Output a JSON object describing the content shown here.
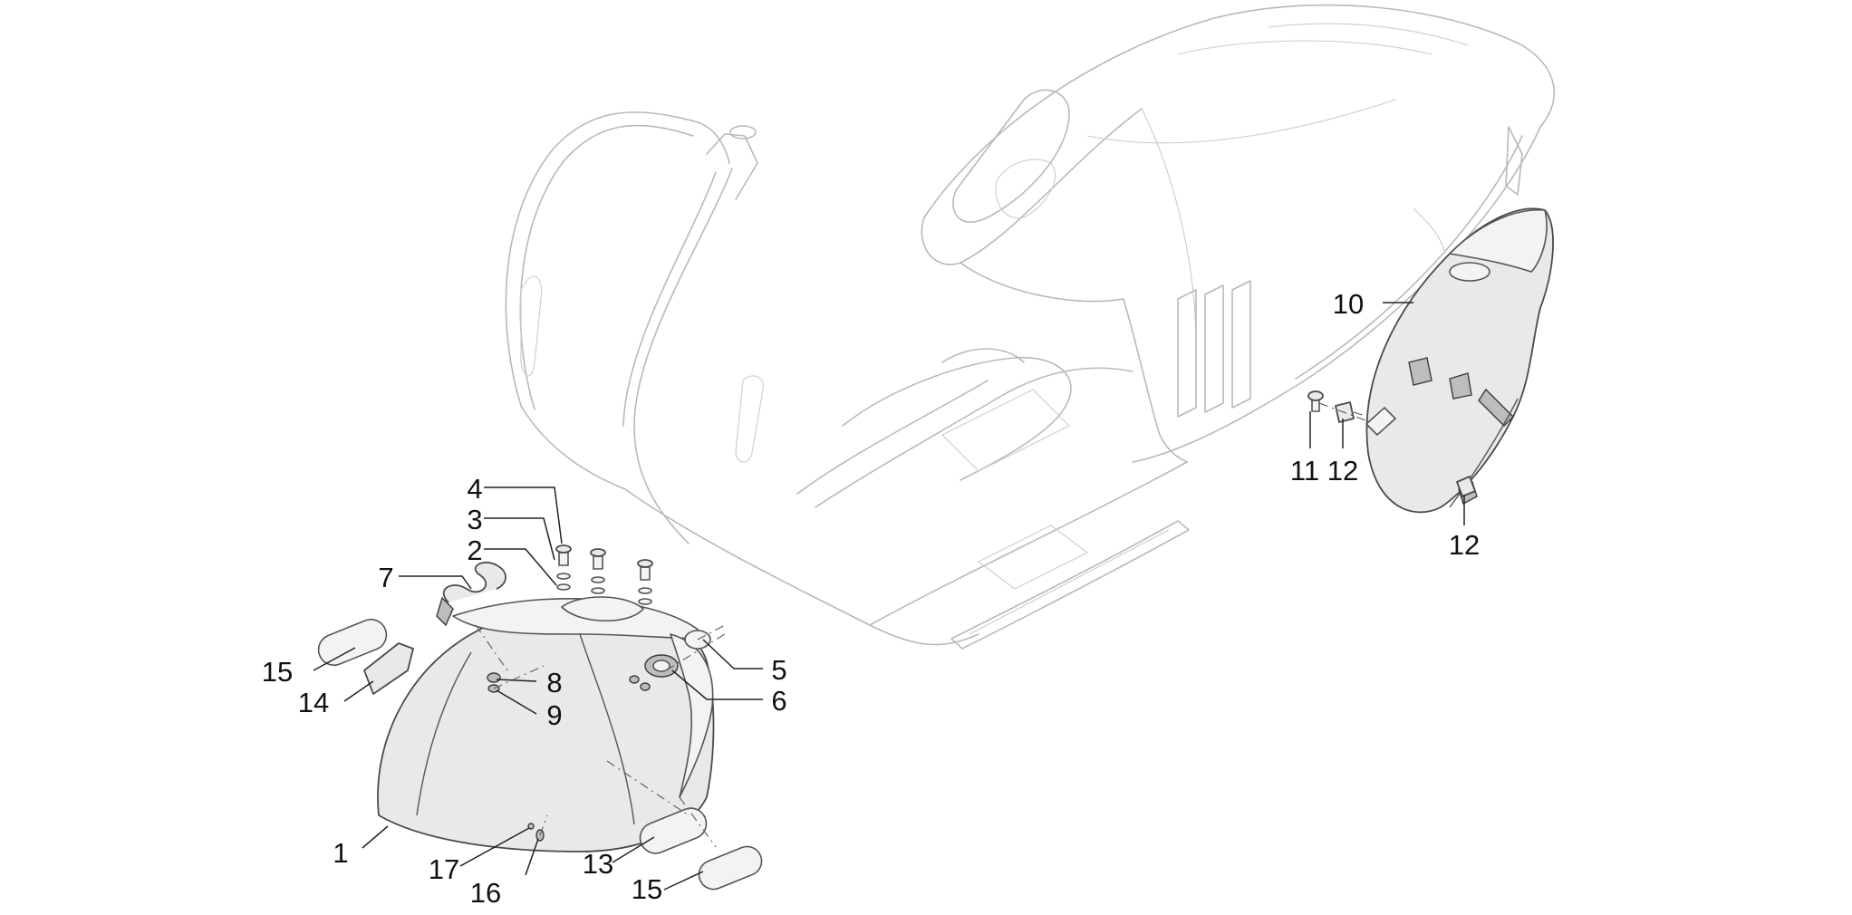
{
  "callouts": {
    "c1": "1",
    "c2": "2",
    "c3": "3",
    "c4": "4",
    "c5": "5",
    "c6": "6",
    "c7": "7",
    "c8": "8",
    "c9": "9",
    "c10": "10",
    "c11": "11",
    "c12a": "12",
    "c12b": "12",
    "c13": "13",
    "c14": "14",
    "c15a": "15",
    "c15b": "15",
    "c16": "16",
    "c17": "17"
  }
}
